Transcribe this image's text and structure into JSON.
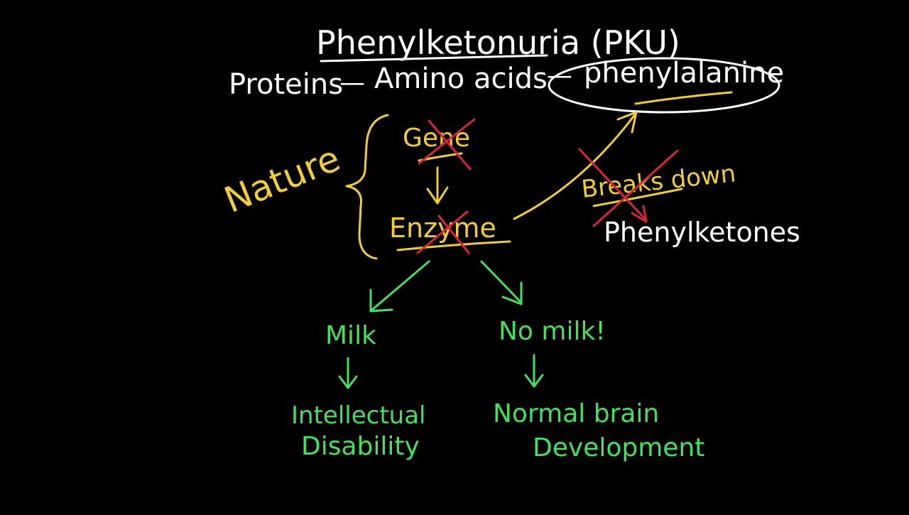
{
  "title": "Phenylketonuria (PKU)",
  "chain": {
    "proteins": "Proteins",
    "dash1": "—",
    "amino_acids": "Amino acids",
    "dash2": "—",
    "phenylalanine": "phenylalanine"
  },
  "nature_label": "Nature",
  "gene_label": "Gene",
  "enzyme_label": "Enzyme",
  "breaks_down_label": "Breaks down",
  "phenylketones_label": "Phenylketones",
  "outcomes": {
    "milk": {
      "label": "Milk",
      "result_line1": "Intellectual",
      "result_line2": "Disability"
    },
    "no_milk": {
      "label": "No milk!",
      "result_line1": "Normal brain",
      "result_line2": "Development"
    }
  },
  "colors": {
    "background": "#000000",
    "white_ink": "#ffffff",
    "yellow_ink": "#f2cc3a",
    "green_ink": "#46e05a",
    "red_ink": "#d8263a"
  }
}
